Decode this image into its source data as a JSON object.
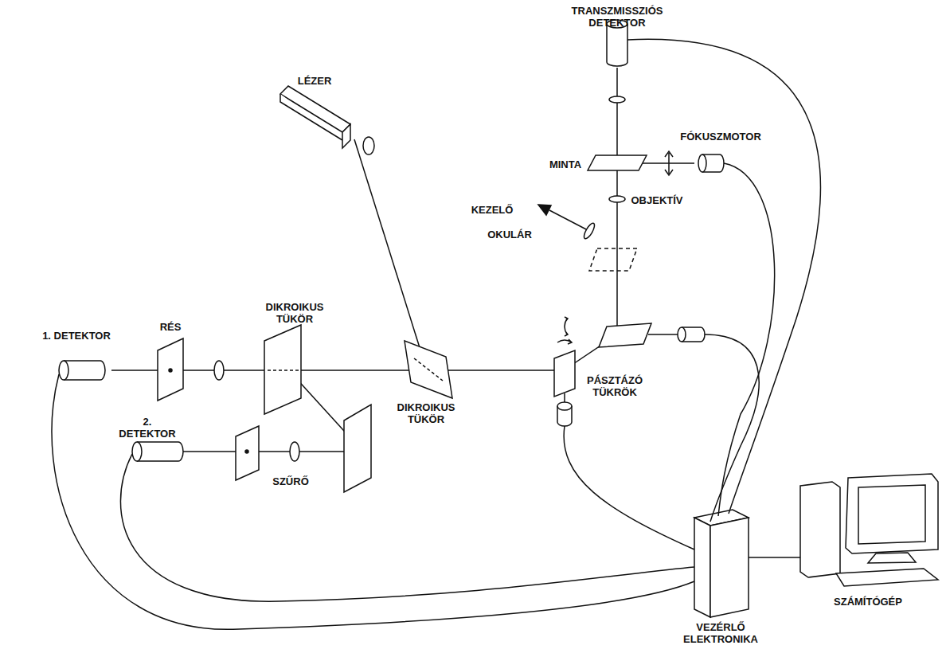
{
  "diagram": {
    "labels": [
      "TRANSZMISSZIÓS DETEKTOR",
      "FÓKUSZMOTOR",
      "MINTA",
      "KEZELŐ",
      "OBJEKTÍV",
      "OKULÁR",
      "LÉZER",
      "DIKROIKUS TÜKÖR",
      "RÉS",
      "1. DETEKTOR",
      "PÁSZTÁZÓ TÜKRÖK",
      "2. DETEKTOR",
      "SZŰRŐ",
      "DIKROIKUS TÜKÖR",
      "SZÁMÍTÓGÉP",
      "VEZÉRLŐ ELEKTRONIKA"
    ]
  }
}
